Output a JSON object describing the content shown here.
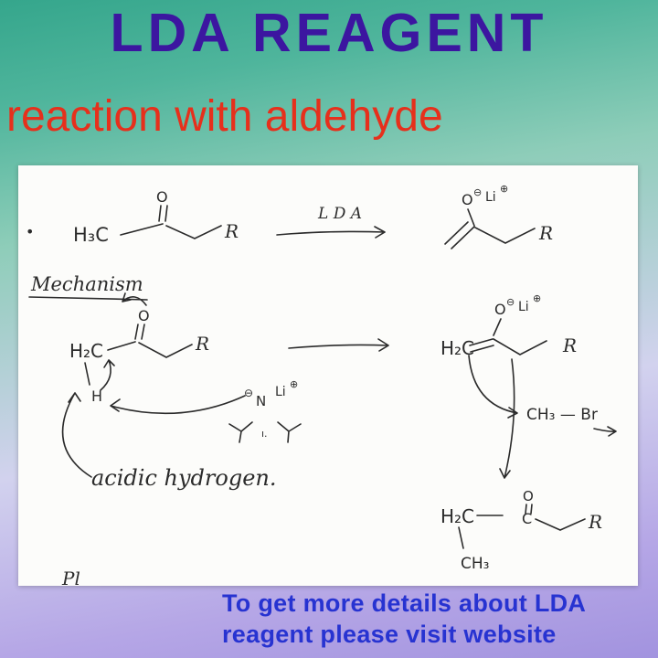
{
  "page": {
    "title": "LDA REAGENT",
    "subtitle": "reaction with aldehyde"
  },
  "footer": {
    "line1": "To get more details about LDA",
    "line2": "reagent please visit website"
  },
  "colors": {
    "title": "#3c16a0",
    "subtitle": "#e6301c",
    "footer": "#2733d1",
    "background_top": "#35a68c",
    "background_bottom": "#a293df",
    "panel": "#fcfcfa",
    "ink": "#2b2b2b"
  },
  "board": {
    "labels": {
      "bullet": "•",
      "h3c": "H₃C",
      "o_ketone": "O",
      "r_ketone": "R",
      "lda": "L D A",
      "o_enolate1": "O",
      "minus_enolate1": "⊖",
      "li_enolate1": "Li",
      "plus_enolate1": "⊕",
      "r_enolate1": "R",
      "mechanism": "Mechanism",
      "o_mid": "O",
      "h2c_mid": "H₂C",
      "r_mid": "R",
      "h_acidic": "H",
      "minus_base": "⊖",
      "n_base": "N",
      "li_base": "Li",
      "plus_base": "⊕",
      "base_dots": "ı.",
      "acidic_hydrogen": "acidic  hydrogen.",
      "o_enolate2": "O",
      "minus_enolate2": "⊖",
      "li_enolate2": "Li",
      "plus_enolate2": "⊕",
      "h2c_enolate2": "H₂C",
      "r_enolate2": "R",
      "ch3_br": "CH₃ — Br",
      "h2c_product": "H₂C",
      "o_product": "O",
      "c_product": "C",
      "r_product": "R",
      "ch3_product": "CH₃",
      "partial_text": "Pl"
    }
  }
}
